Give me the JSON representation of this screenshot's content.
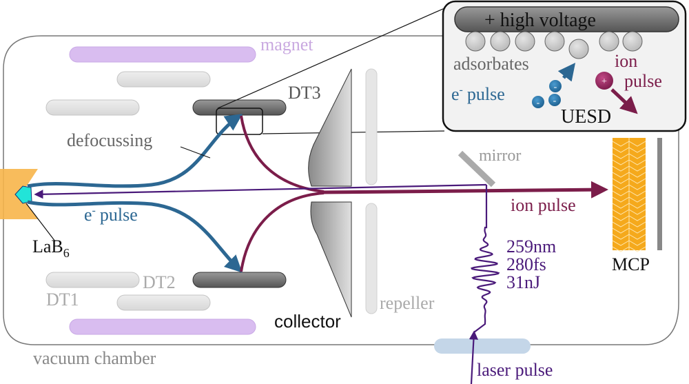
{
  "labels": {
    "magnet": "magnet",
    "dt1": "DT1",
    "dt2": "DT2",
    "dt3": "DT3",
    "defocussing": "defocussing",
    "lab6_main": "LaB",
    "lab6_sub": "6",
    "e_pulse_e": "e",
    "e_pulse_sup": "-",
    "e_pulse_word": "pulse",
    "collector": "collector",
    "repeller": "repeller",
    "mirror": "mirror",
    "ion_pulse": "ion pulse",
    "laser_line1": "259nm",
    "laser_line2": "280fs",
    "laser_line3": "31nJ",
    "mcp": "MCP",
    "laser_pulse": "laser pulse",
    "vacuum_chamber": "vacuum chamber"
  },
  "inset": {
    "high_voltage": "+ high voltage",
    "adsorbates": "adsorbates",
    "ion_word": "ion",
    "pulse_word": "pulse",
    "e_pulse_e": "e",
    "e_pulse_sup": "-",
    "e_pulse_word": "pulse",
    "uesd": "UESD",
    "plus_sign": "+",
    "minus_sign": "-"
  },
  "colors": {
    "electron": "#2c6792",
    "ion": "#7b1d4a",
    "laser": "#4a1a7a",
    "magnet": "#d9bdf0",
    "mcp": "#f5a91c",
    "gray_text": "#9a9a9a"
  }
}
